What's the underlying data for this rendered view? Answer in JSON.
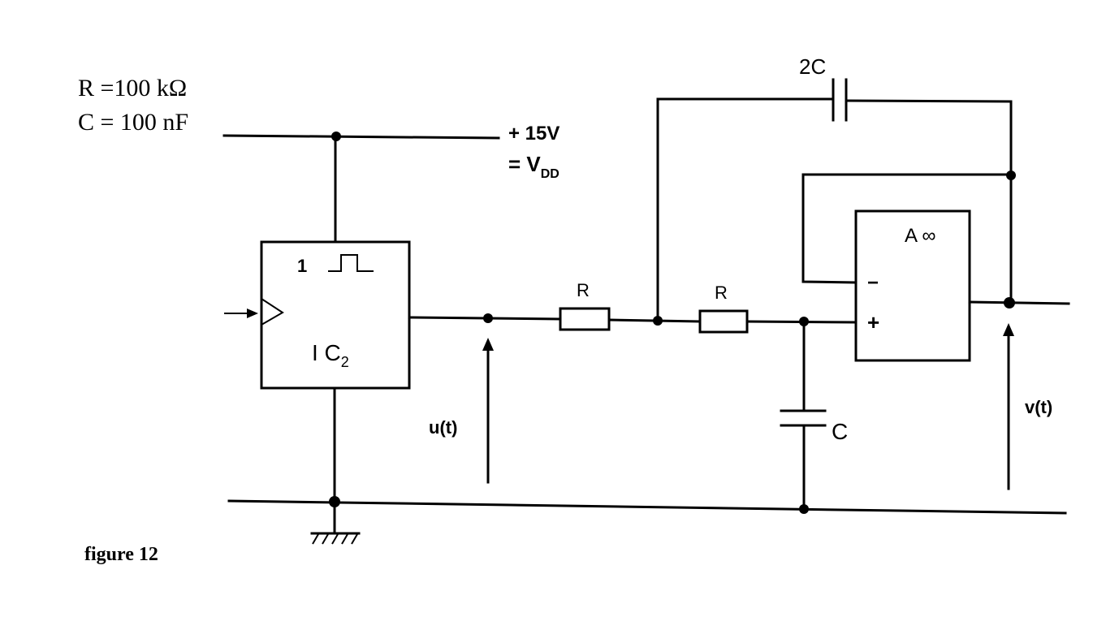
{
  "parameters": {
    "r_value": "R =100 kΩ",
    "c_value": "C = 100 nF"
  },
  "supply": {
    "voltage": "+ 15V",
    "vdd_prefix": "= V",
    "vdd_sub": "DD"
  },
  "ic": {
    "pulse_label": "1",
    "name": "I C",
    "name_sub": "2"
  },
  "components": {
    "resistor1_label": "R",
    "resistor2_label": "R",
    "capacitor_ground_label": "C",
    "capacitor_feedback_label": "2C"
  },
  "opamp": {
    "gain_label": "A ∞",
    "minus_label": "−",
    "plus_label": "+"
  },
  "signals": {
    "input_voltage": "u(t)",
    "output_voltage": "v(t)"
  },
  "caption": "figure 12"
}
